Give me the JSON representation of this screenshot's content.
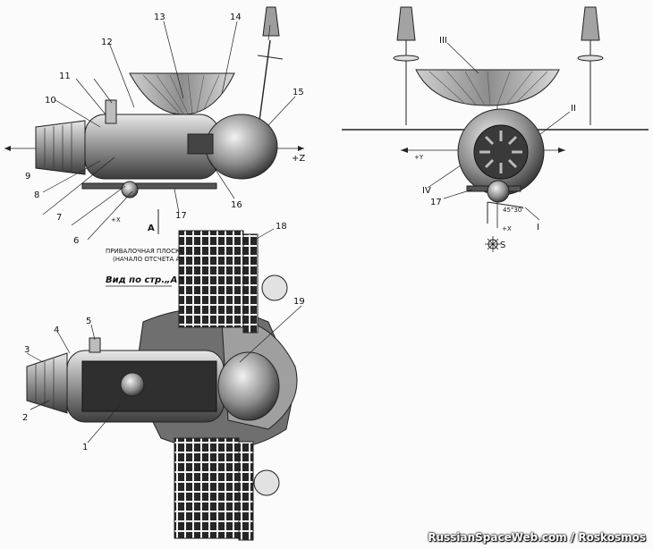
{
  "labels": {
    "l1": "1",
    "l2": "2",
    "l3": "3",
    "l4": "4",
    "l5": "5",
    "l6": "6",
    "l7": "7",
    "l8": "8",
    "l9": "9",
    "l10": "10",
    "l11": "11",
    "l12": "12",
    "l13": "13",
    "l14": "14",
    "l15": "15",
    "l16": "16",
    "l17a": "17",
    "l17b": "17",
    "l18": "18",
    "l19": "19",
    "rI": "I",
    "rII": "II",
    "rIII": "III",
    "rIV": "IV"
  },
  "axes": {
    "plus_z": "+Z",
    "plus_y": "+Y",
    "plus_x_left": "+X",
    "plus_x_right": "+X",
    "a_marker": "A",
    "sun": "S",
    "angle": "45°30'"
  },
  "captions": {
    "plane_line1": "ПРИВАЛОЧНАЯ ПЛОСКОСТЬ КДУ",
    "plane_line2": "(НАЧАЛО ОТСЧЕТА АБСЦИСС)",
    "view": "Вид по стр.„А“"
  },
  "credit": "RussianSpaceWeb.com / Roskosmos",
  "colors": {
    "ink": "#111111",
    "metal_dark": "#3a3a3a",
    "metal_mid": "#8a8a8a",
    "metal_light": "#d6d6d6",
    "panel": "#2b2b2b"
  }
}
